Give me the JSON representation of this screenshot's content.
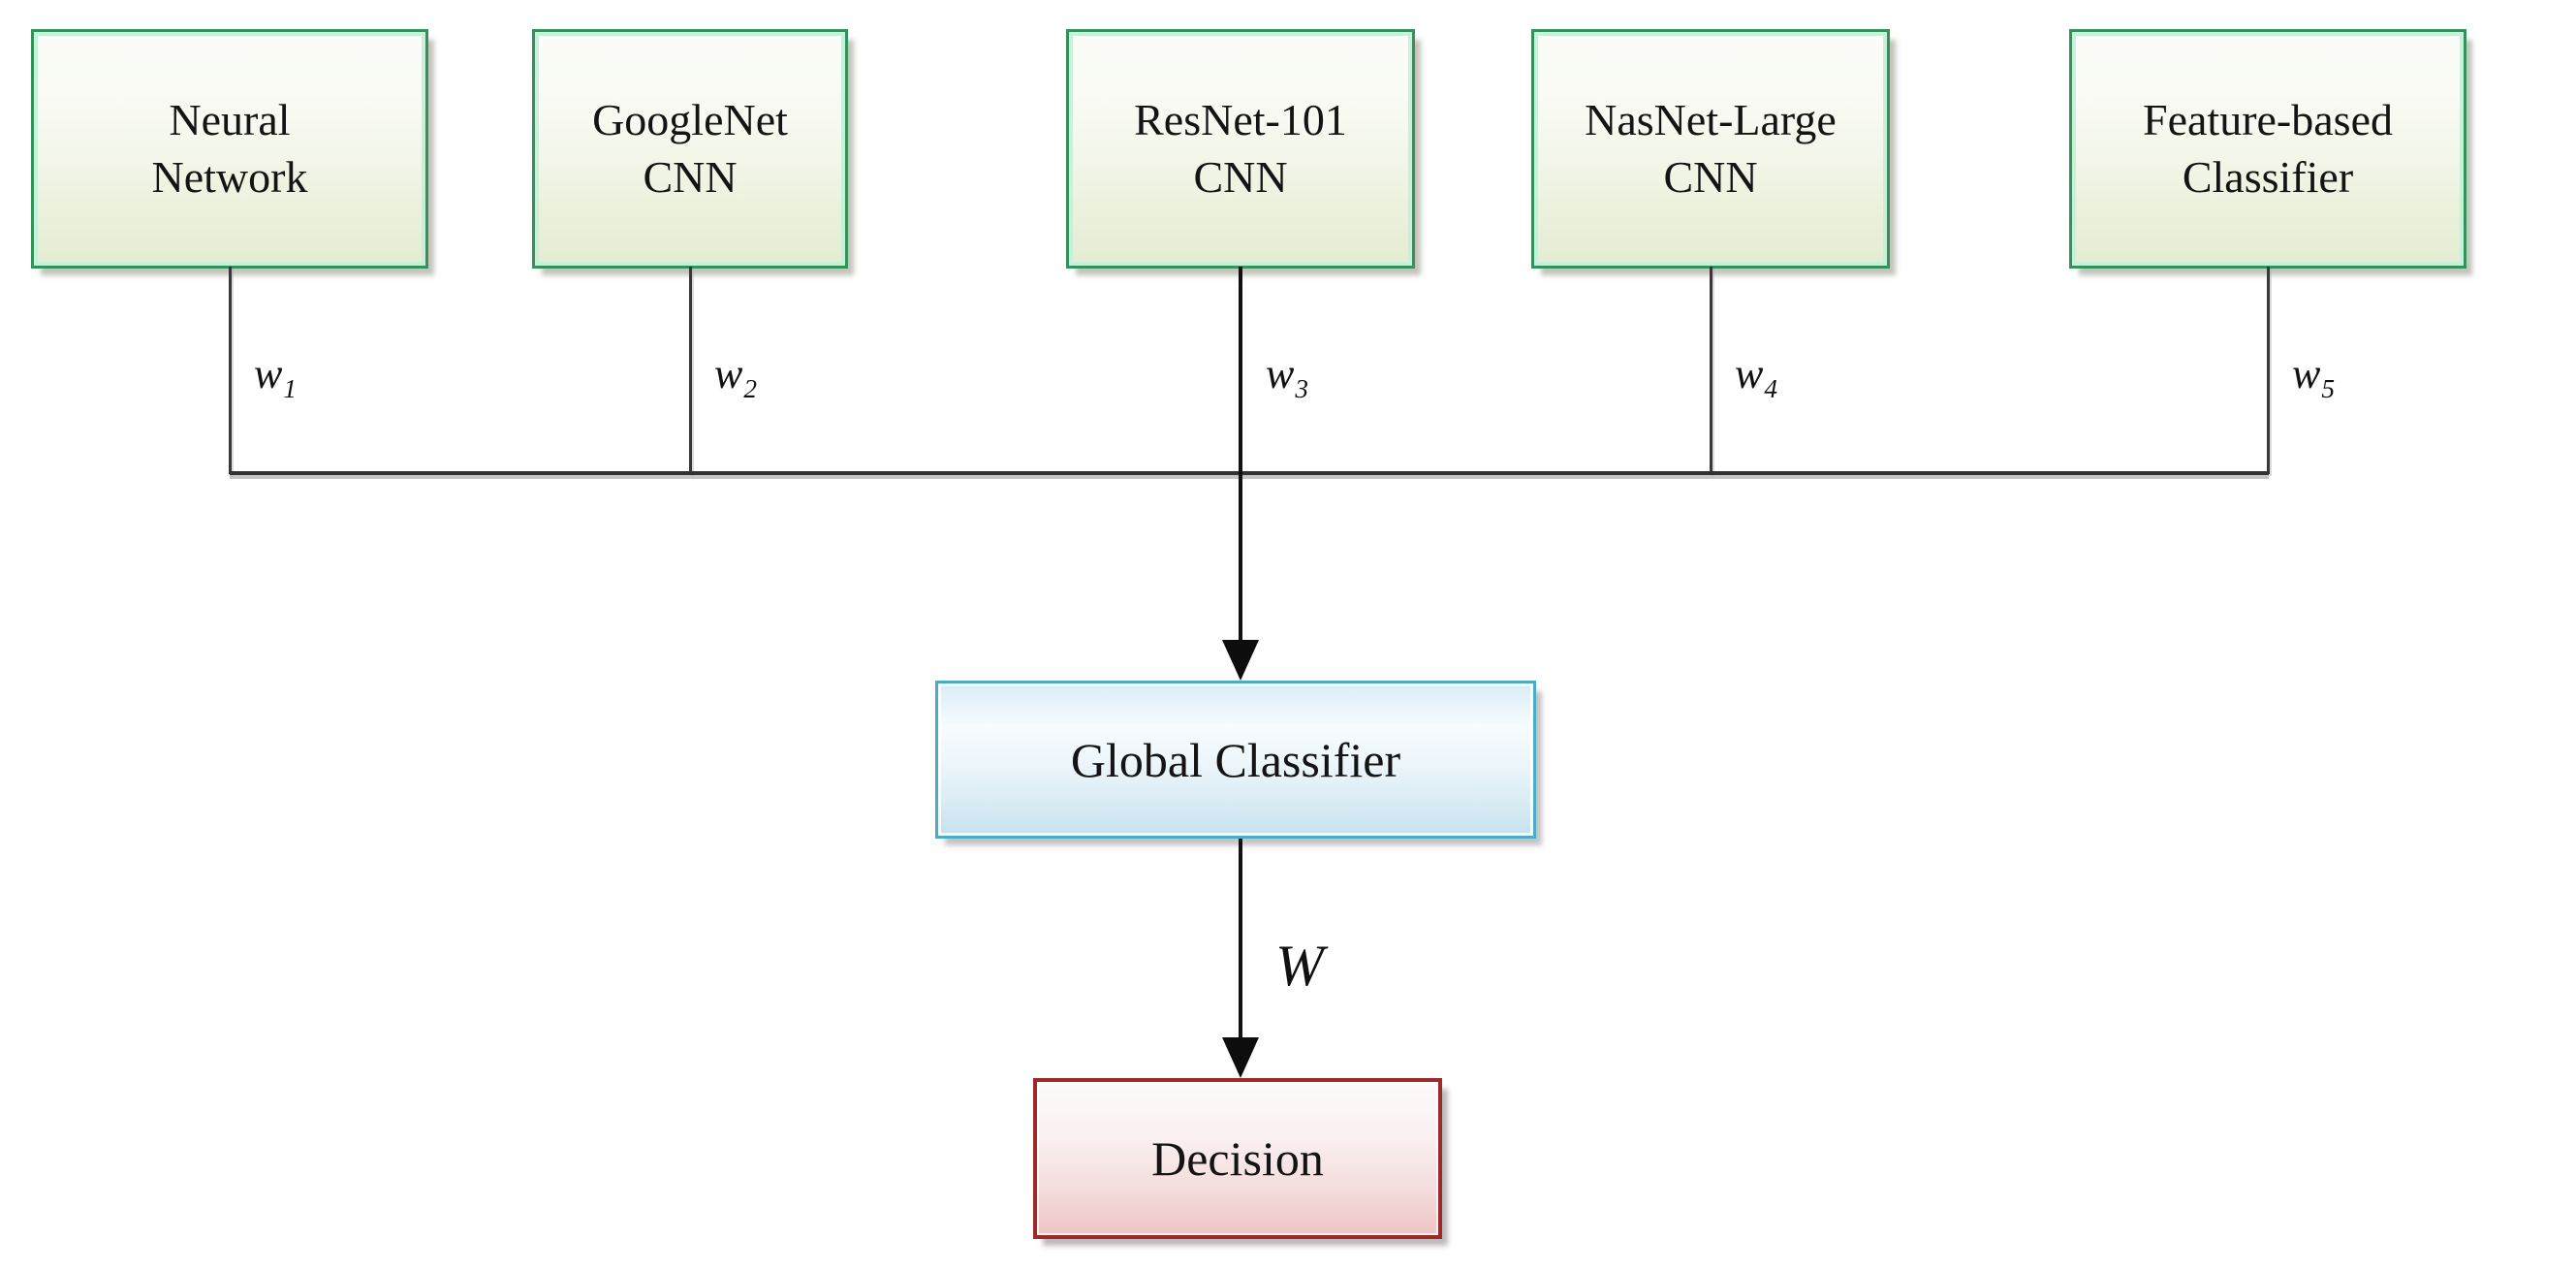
{
  "diagram": {
    "boxes": [
      {
        "id": "neural-network",
        "lines": [
          "Neural",
          "Network"
        ]
      },
      {
        "id": "googlenet-cnn",
        "lines": [
          "GoogleNet",
          "CNN"
        ]
      },
      {
        "id": "resnet-101-cnn",
        "lines": [
          "ResNet-101",
          "CNN"
        ]
      },
      {
        "id": "nasnet-large-cnn",
        "lines": [
          "NasNet-Large",
          "CNN"
        ]
      },
      {
        "id": "feature-based-classifier",
        "lines": [
          "Feature-based",
          "Classifier"
        ]
      }
    ],
    "weights": [
      {
        "base": "w",
        "sub": "1"
      },
      {
        "base": "w",
        "sub": "2"
      },
      {
        "base": "w",
        "sub": "3"
      },
      {
        "base": "w",
        "sub": "4"
      },
      {
        "base": "w",
        "sub": "5"
      }
    ],
    "global_classifier": {
      "label": "Global Classifier"
    },
    "decision": {
      "label": "Decision"
    },
    "final_weight": "W",
    "colors": {
      "green_box_border": "#35915a",
      "green_box_fill_top": "#fcfdf9",
      "green_box_fill_bottom": "#e3ecd2",
      "blue_box_border": "#4bacc6",
      "blue_box_fill": "#c6e2ee",
      "red_box_border": "#9c2a2a",
      "red_box_fill": "#eec5c5",
      "connector_line": "#383838",
      "arrow": "#0d0d0d",
      "text": "#141414",
      "background": "#ffffff"
    }
  }
}
